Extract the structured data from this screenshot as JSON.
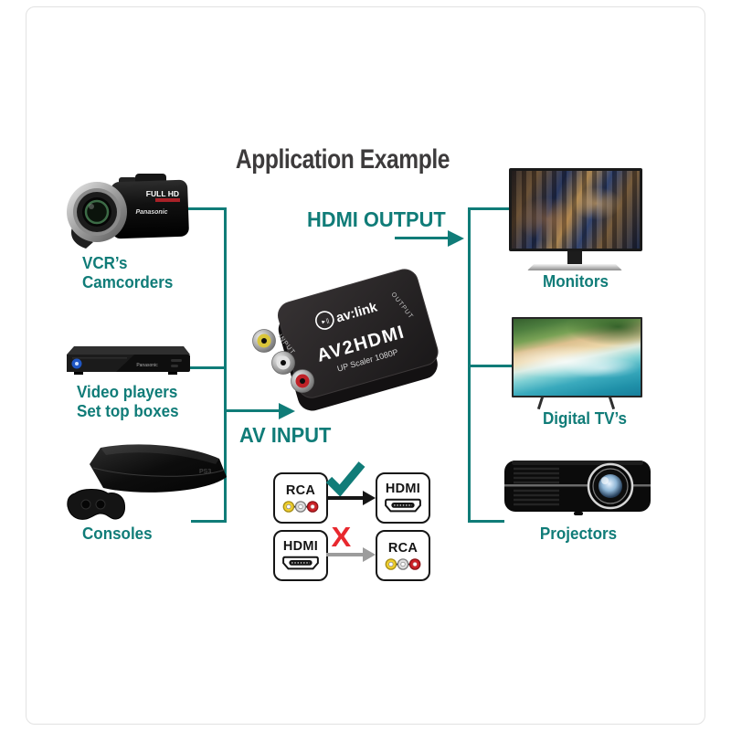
{
  "page": {
    "title": "Application Example"
  },
  "flow": {
    "hdmi_output_label": "HDMI OUTPUT",
    "av_input_label": "AV INPUT"
  },
  "sources": [
    {
      "id": "camcorder",
      "label_lines": [
        "VCR’s",
        "Camcorders"
      ]
    },
    {
      "id": "video-player",
      "label_lines": [
        "Video players",
        "Set top boxes"
      ]
    },
    {
      "id": "console",
      "label_lines": [
        "Consoles"
      ]
    }
  ],
  "destinations": [
    {
      "id": "monitor",
      "label": "Monitors"
    },
    {
      "id": "digital-tv",
      "label": "Digital TV’s"
    },
    {
      "id": "projector",
      "label": "Projectors"
    }
  ],
  "converter": {
    "brand": "av:link",
    "logo_glyph": "►||",
    "model": "AV2HDMI",
    "subtitle": "UP Scaler 1080P",
    "input_side_label": "INPUT",
    "output_side_label": "OUTPUT"
  },
  "devices_text": {
    "camcorder_brand": "Panasonic",
    "camcorder_badge": "FULL HD",
    "bluray_brand": "Panasonic"
  },
  "compatibility": [
    {
      "from": "RCA",
      "to": "HDMI",
      "allowed": true,
      "mark": "check"
    },
    {
      "from": "HDMI",
      "to": "RCA",
      "allowed": false,
      "mark": "cross",
      "cross_glyph": "X"
    }
  ],
  "colors": {
    "accent_teal": "#107c78",
    "title_gray": "#3d3b3c",
    "cross_red": "#e8282e",
    "arrow_black": "#161616",
    "arrow_gray": "#9c9c9c",
    "rca_yellow": "#f0cf2e",
    "rca_white": "#dedede",
    "rca_red": "#cf2127"
  }
}
